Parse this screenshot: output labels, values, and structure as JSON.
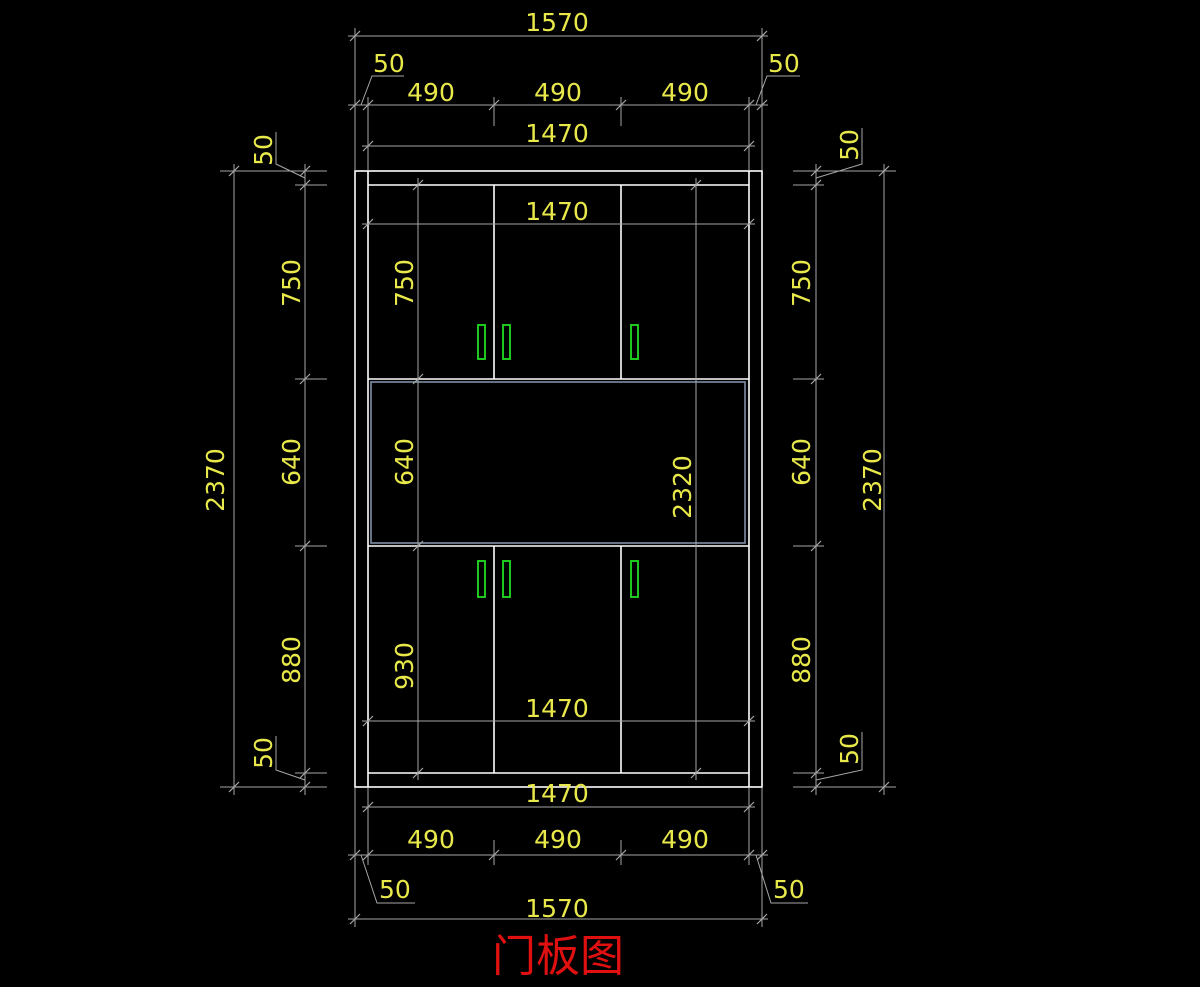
{
  "drawing_title": "门板图",
  "colors": {
    "background": "#000000",
    "dimension_text": "#e8e84a",
    "dimension_line": "#a6a6a6",
    "object_line": "#ffffff",
    "glass_panel": "#7f8fa6",
    "handle": "#22dd22",
    "title": "#e01010"
  },
  "dimensions": {
    "top_overall": "1570",
    "top_left_edge": "50",
    "top_right_edge": "50",
    "top_door_1": "490",
    "top_door_2": "490",
    "top_door_3": "490",
    "top_inner": "1470",
    "upper_inner_width": "1470",
    "lower_inner_width": "1470",
    "bottom_inner": "1470",
    "bottom_door_1": "490",
    "bottom_door_2": "490",
    "bottom_door_3": "490",
    "bottom_left_edge": "50",
    "bottom_right_edge": "50",
    "bottom_overall": "1570",
    "left_overall": "2370",
    "left_top_edge": "50",
    "left_upper": "750",
    "left_middle": "640",
    "left_lower": "880",
    "left_bottom_edge": "50",
    "inner_upper": "750",
    "inner_middle": "640",
    "inner_lower": "930",
    "inner_height": "2320",
    "right_top_edge": "50",
    "right_upper": "750",
    "right_middle": "640",
    "right_lower": "880",
    "right_bottom_edge": "50",
    "right_overall": "2370"
  }
}
